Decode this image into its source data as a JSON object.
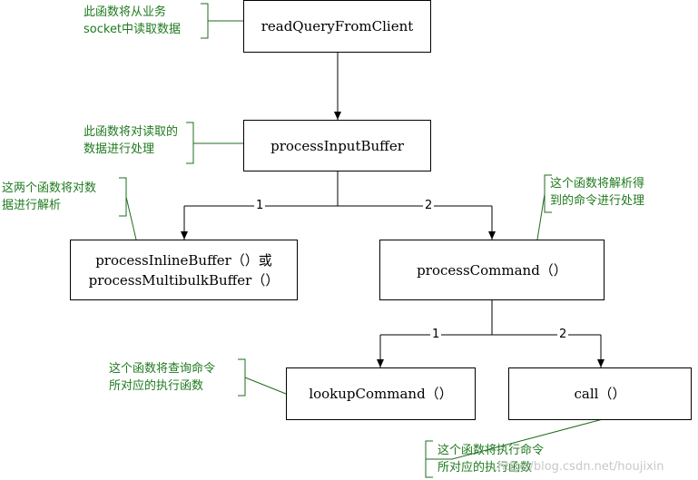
{
  "nodes": {
    "read_query": {
      "lines": [
        "readQueryFromClient"
      ]
    },
    "process_input": {
      "lines": [
        "processInputBuffer"
      ]
    },
    "process_buffers": {
      "lines": [
        "processInlineBuffer（）或",
        "processMultibulkBuffer（）"
      ]
    },
    "process_command": {
      "lines": [
        "processCommand（）"
      ]
    },
    "lookup_command": {
      "lines": [
        "lookupCommand（）"
      ]
    },
    "call": {
      "lines": [
        "call（）"
      ]
    }
  },
  "edge_labels": {
    "input_to_buffers": "1",
    "input_to_command": "2",
    "command_to_lookup": "1",
    "command_to_call": "2"
  },
  "notes": {
    "read_query": [
      "此函数将从业务",
      "socket中读取数据"
    ],
    "process_input": [
      "此函数将对读取的",
      "数据进行处理"
    ],
    "process_buffers": [
      "这两个函数将对数",
      "据进行解析"
    ],
    "process_command": [
      "这个函数将解析得",
      "到的命令进行处理"
    ],
    "lookup_command": [
      "这个函数将查询命令",
      "所对应的执行函数"
    ],
    "call": [
      "这个函数将执行命令",
      "所对应的执行函数"
    ]
  },
  "watermark": "http://blog.csdn.net/houjixin",
  "colors": {
    "note_text": "#1f7a1f",
    "note_line": "#1f6b1f",
    "box_border": "#000000"
  }
}
